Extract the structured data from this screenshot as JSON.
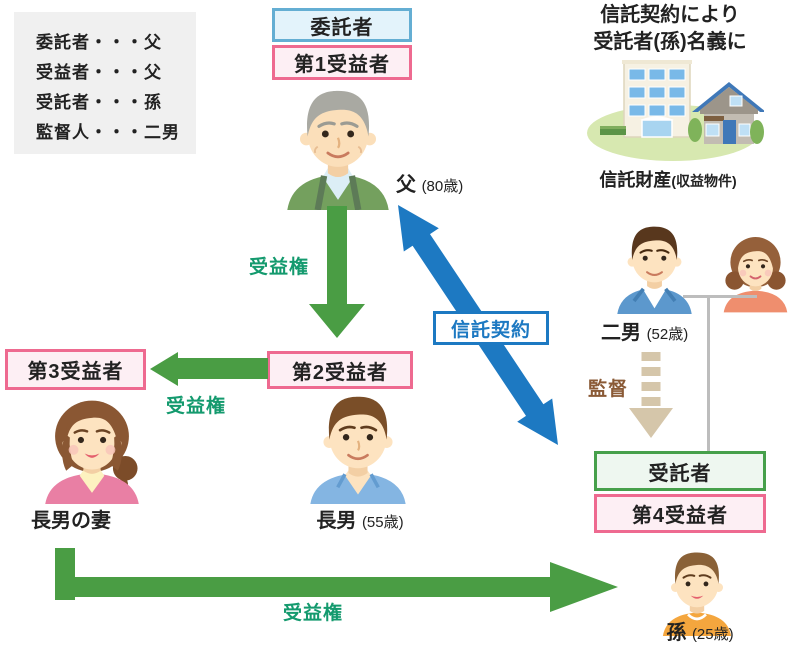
{
  "legend": {
    "lines": [
      "委託者・・・父",
      "受益者・・・父",
      "受託者・・・孫",
      "監督人・・・二男"
    ]
  },
  "header_note": {
    "line1": "信託契約により",
    "line2": "受託者(孫)名義に"
  },
  "trust_property": {
    "label": "信託財産",
    "sub": "(収益物件)"
  },
  "roles": {
    "settlor": "委託者",
    "beneficiary1": "第1受益者",
    "beneficiary2": "第2受益者",
    "beneficiary3": "第3受益者",
    "beneficiary4": "第4受益者",
    "trustee": "受託者"
  },
  "people": {
    "father": {
      "name": "父",
      "age": "(80歳)"
    },
    "eldest_son": {
      "name": "長男",
      "age": "(55歳)"
    },
    "eldest_son_wife": {
      "name": "長男の妻"
    },
    "second_son": {
      "name": "二男",
      "age": "(52歳)"
    },
    "grandson": {
      "name": "孫",
      "age": "(25歳)"
    }
  },
  "arrows": {
    "beneficiary_right_1": "受益権",
    "beneficiary_right_2": "受益権",
    "beneficiary_right_3": "受益権",
    "trust_contract": "信託契約",
    "supervision": "監督"
  },
  "colors": {
    "green_arrow": "#4a9d44",
    "green_text": "#149a6e",
    "blue_arrow": "#1d79c2",
    "pink_border": "#ee6a90",
    "blue_border": "#64aed3",
    "green_border": "#46a04b",
    "tan_arrow": "#d5c6aa",
    "brown_text": "#8a5a36",
    "legend_bg": "#f0f0f0"
  }
}
